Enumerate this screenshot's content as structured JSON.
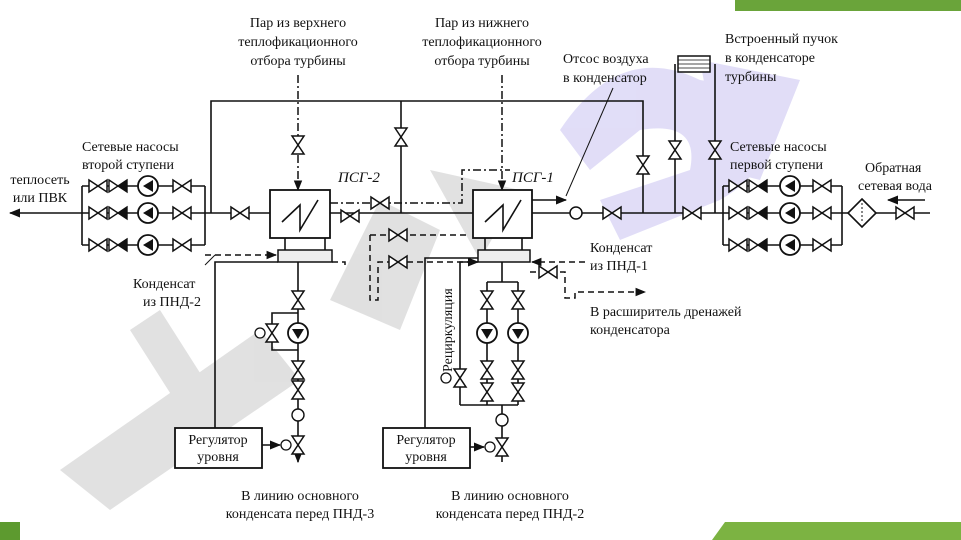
{
  "labels": {
    "steam_upper": [
      "Пар из верхнего",
      "теплофикационного",
      "отбора турбины"
    ],
    "steam_lower": [
      "Пар из нижнего",
      "теплофикационного",
      "отбора турбины"
    ],
    "air_suction": [
      "Отсос воздуха",
      "в конденсатор"
    ],
    "builtin_bundle": [
      "Встроенный пучок",
      "в конденсаторе",
      "турбины"
    ],
    "pumps_stage2": [
      "Сетевые насосы",
      "второй ступени"
    ],
    "pumps_stage1": [
      "Сетевые насосы",
      "первой ступени"
    ],
    "outlet": [
      "теплосеть",
      "или ПВК"
    ],
    "return_water": [
      "Обратная",
      "сетевая вода"
    ],
    "psg2": "ПСГ-2",
    "psg1": "ПСГ-1",
    "condensate_pnd2": [
      "Конденсат",
      "из ПНД-2"
    ],
    "condensate_pnd1": [
      "Конденсат",
      "из ПНД-1"
    ],
    "drain_expander": [
      "В расширитель дренажей",
      "конденсатора"
    ],
    "recirculation": "Рециркуляция",
    "regulator": [
      "Регулятор",
      "уровня"
    ],
    "to_line_pnd3": [
      "В линию основного",
      "конденсата перед ПНД-3"
    ],
    "to_line_pnd2": [
      "В линию основного",
      "конденсата перед ПНД-2"
    ]
  },
  "colors": {
    "accent_green": "#6aa43a",
    "watermark_purple": "#c9c3f2",
    "watermark_gray": "#c8c8c8"
  }
}
